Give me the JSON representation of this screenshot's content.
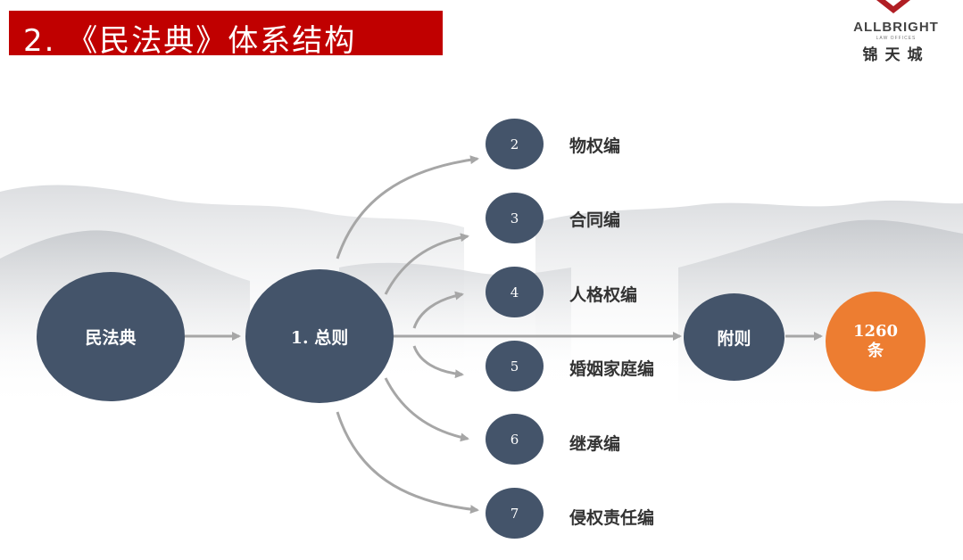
{
  "title": "2. 《民法典》体系结构",
  "logo": {
    "name": "ALLBRIGHT",
    "subtitle": "LAW OFFICES",
    "chinese": "锦天城"
  },
  "nodes": {
    "root": "民法典",
    "general": "1. 总则",
    "appendix": "附则",
    "total_line1": "1260",
    "total_line2": "条"
  },
  "branches": [
    {
      "number": "2",
      "label": "物权编"
    },
    {
      "number": "3",
      "label": "合同编"
    },
    {
      "number": "4",
      "label": "人格权编"
    },
    {
      "number": "5",
      "label": "婚姻家庭编"
    },
    {
      "number": "6",
      "label": "继承编"
    },
    {
      "number": "7",
      "label": "侵权责任编"
    }
  ],
  "colors": {
    "title_bar": "#c00000",
    "node": "#44546a",
    "total_node": "#ed7d31",
    "arrow": "#a6a6a6"
  }
}
